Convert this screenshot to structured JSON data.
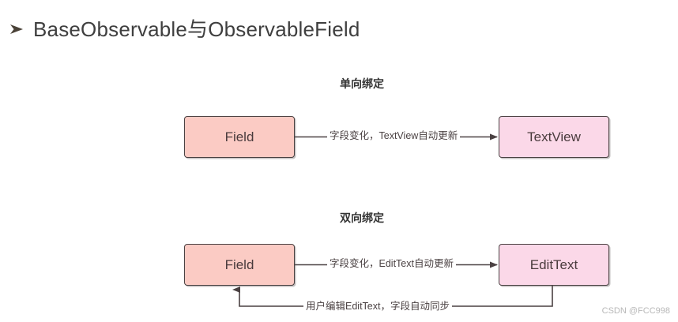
{
  "slide": {
    "bullet_icon": "triangle-arrow-bullet-icon",
    "title": "BaseObservable与ObservableField"
  },
  "diagram": {
    "sections": [
      {
        "caption": "单向绑定",
        "source_node": "Field",
        "target_node": "TextView",
        "edge_label": "字段变化，TextView自动更新"
      },
      {
        "caption": "双向绑定",
        "source_node": "Field",
        "target_node": "EditText",
        "edge_label": "字段变化，EditText自动更新",
        "feedback_label": "用户编辑EditText，字段自动同步"
      }
    ],
    "colors": {
      "field_box_fill": "#fbcbc4",
      "view_box_fill": "#fbd8e8",
      "box_stroke": "#4a4142",
      "connector": "#4a4142",
      "caption_text": "#333333",
      "background": "#ffffff"
    }
  },
  "watermark": {
    "text": "CSDN @FCC998"
  }
}
